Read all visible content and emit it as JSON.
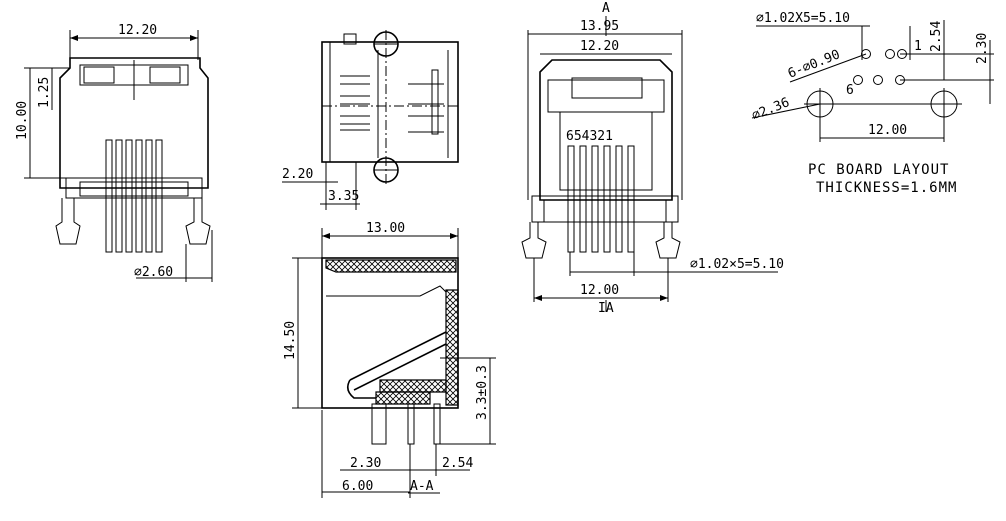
{
  "front_view": {
    "width_dim": "12.20",
    "height_dim": "10.00",
    "top_dim": "1.25",
    "post_dim": "⌀2.60"
  },
  "side_view": {
    "small_dim": "2.20",
    "offset_dim": "3.35"
  },
  "section_view": {
    "depth_dim": "13.00",
    "height_dim": "14.50",
    "pin_len_dim": "3.3±0.3",
    "offset_dim": "2.30",
    "pitch_dim": "2.54",
    "base_dim": "6.00",
    "section_label": "A-A"
  },
  "rear_view": {
    "section_mark_top": "A",
    "overall_width": "13.95",
    "inner_width": "12.20",
    "pin_numbers": "654321",
    "pitch_note": "⌀1.02×5=5.10",
    "bottom_width": "12.00",
    "section_mark_bottom": "IA"
  },
  "pcb_layout": {
    "pitch_note": "⌀1.02X5=5.10",
    "holes_note": "6-⌀0.90",
    "post_note": "⌀2.36",
    "pin_1": "1",
    "pin_6": "6",
    "row_dim": "2.54",
    "row_offset_dim": "2.30",
    "post_spacing": "12.00",
    "title": "PC BOARD LAYOUT",
    "thickness": "THICKNESS=1.6MM"
  }
}
